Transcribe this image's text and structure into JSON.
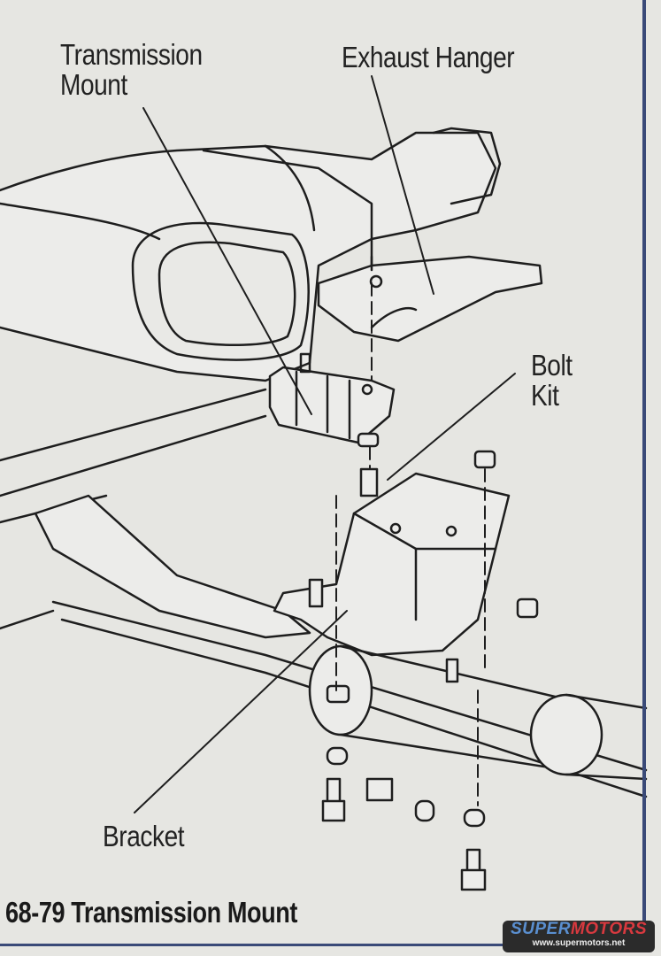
{
  "labels": {
    "transmission_mount": [
      "Transmission",
      "Mount"
    ],
    "exhaust_hanger": "Exhaust Hanger",
    "bolt_kit": [
      "Bolt",
      "Kit"
    ],
    "bracket": "Bracket"
  },
  "caption": "68-79 Transmission Mount",
  "watermark": {
    "brand_a": "SUPER",
    "brand_b": "MOTORS",
    "url": "www.supermotors.net"
  }
}
